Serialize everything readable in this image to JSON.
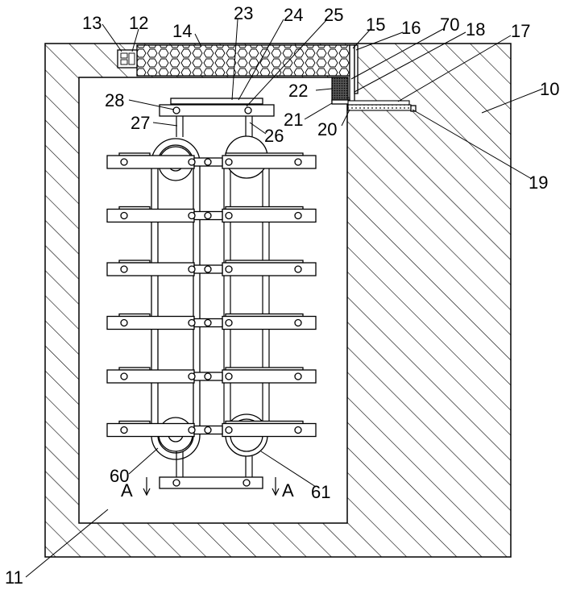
{
  "figure": {
    "part_labels": {
      "l10": "10",
      "l11": "11",
      "l12": "12",
      "l13": "13",
      "l14": "14",
      "l15": "15",
      "l16": "16",
      "l17": "17",
      "l18": "18",
      "l19": "19",
      "l20": "20",
      "l21": "21",
      "l22": "22",
      "l23": "23",
      "l24": "24",
      "l25": "25",
      "l26": "26",
      "l27": "27",
      "l28": "28",
      "l60": "60",
      "l61": "61",
      "l70": "70"
    },
    "section_marker": "A",
    "arm_rows": 6
  }
}
